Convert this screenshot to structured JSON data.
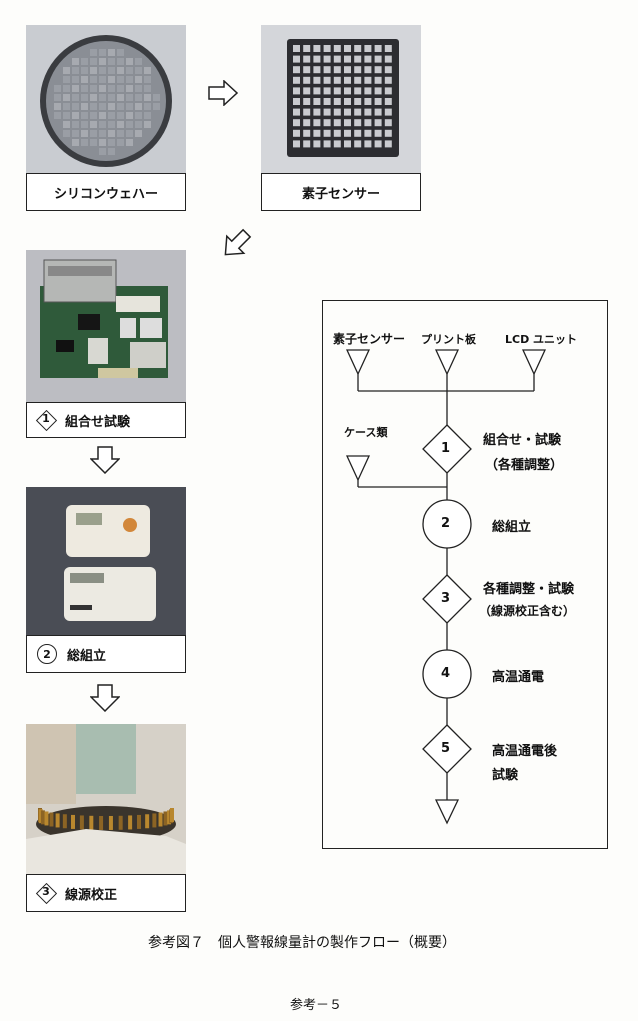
{
  "photos": {
    "wafer": {
      "label": "シリコンウェハー"
    },
    "sensor": {
      "label": "素子センサー"
    },
    "step1": {
      "num": "1",
      "label": "組合せ試験"
    },
    "step2": {
      "num": "2",
      "label": "総組立"
    },
    "step3": {
      "num": "3",
      "label": "線源校正"
    }
  },
  "flow": {
    "inputs": [
      "素子センサー",
      "プリント板",
      "LCD ユニット"
    ],
    "case_label": "ケース類",
    "steps": [
      {
        "num": "1",
        "shape": "diamond",
        "line1": "組合せ・試験",
        "line2": "（各種調整）"
      },
      {
        "num": "2",
        "shape": "circle",
        "line1": "総組立",
        "line2": ""
      },
      {
        "num": "3",
        "shape": "diamond",
        "line1": "各種調整・試験",
        "line2": "（線源校正含む）"
      },
      {
        "num": "4",
        "shape": "circle",
        "line1": "高温通電",
        "line2": ""
      },
      {
        "num": "5",
        "shape": "diamond",
        "line1": "高温通電後",
        "line2": "試験"
      }
    ]
  },
  "caption": "参考図７　個人警報線量計の製作フロー（概要）",
  "page_number": "参考－５"
}
